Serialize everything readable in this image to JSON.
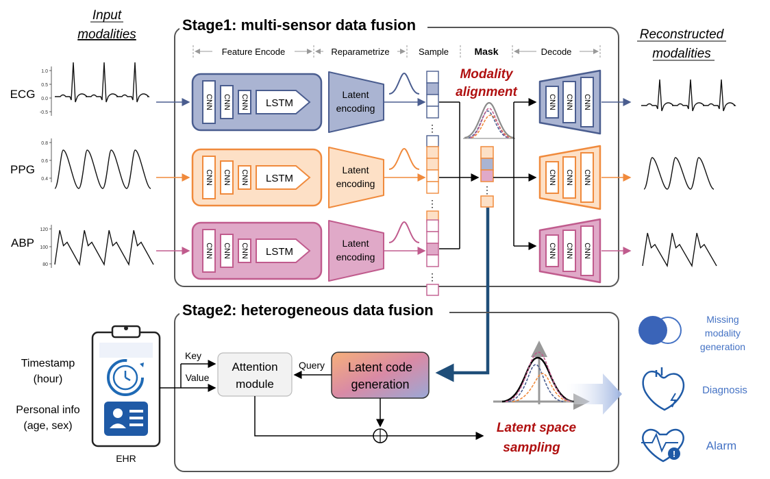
{
  "left_header": {
    "line1": "Input",
    "line2": "modalities"
  },
  "right_header": {
    "line1": "Reconstructed",
    "line2": "modalities"
  },
  "stage1": {
    "title": "Stage1: multi-sensor data fusion",
    "phases": {
      "encode": "Feature Encode",
      "reparam": "Reparametrize",
      "sample": "Sample",
      "mask": "Mask",
      "decode": "Decode"
    },
    "alignment": {
      "line1": "Modality",
      "line2": "alignment"
    },
    "cnn_label": "CNN",
    "lstm_label": "LSTM",
    "latent": {
      "line1": "Latent",
      "line2": "encoding"
    }
  },
  "modalities": [
    {
      "name": "ECG",
      "ticks": [
        "1.0",
        "0.5",
        "0.0",
        "-0.5"
      ],
      "color": "#4a5d8f",
      "fill": "#aab4d2"
    },
    {
      "name": "PPG",
      "ticks": [
        "0.8",
        "0.6",
        "0.4"
      ],
      "color": "#f08a3c",
      "fill": "#fde0c6"
    },
    {
      "name": "ABP",
      "ticks": [
        "120",
        "100",
        "80"
      ],
      "color": "#c05b8d",
      "fill": "#e0a9c8"
    }
  ],
  "stage2": {
    "title": "Stage2: heterogeneous data fusion",
    "key": "Key",
    "value": "Value",
    "query": "Query",
    "attention": {
      "line1": "Attention",
      "line2": "module"
    },
    "latent_code": {
      "line1": "Latent code",
      "line2": "generation"
    },
    "sampling": {
      "line1": "Latent space",
      "line2": "sampling"
    }
  },
  "ehr": {
    "timestamp": {
      "line1": "Timestamp",
      "line2": "(hour)"
    },
    "personal": {
      "line1": "Personal info",
      "line2": "(age, sex)"
    },
    "label": "EHR"
  },
  "outputs": {
    "missing": {
      "line1": "Missing",
      "line2": "modality",
      "line3": "generation"
    },
    "diagnosis": "Diagnosis",
    "alarm": "Alarm"
  },
  "colors": {
    "ecg": "#4a5d8f",
    "ppg": "#f08a3c",
    "abp": "#c05b8d",
    "accent_red": "#b01010",
    "arrow_blue": "#1f4e79",
    "output_blue": "#4472c4"
  }
}
